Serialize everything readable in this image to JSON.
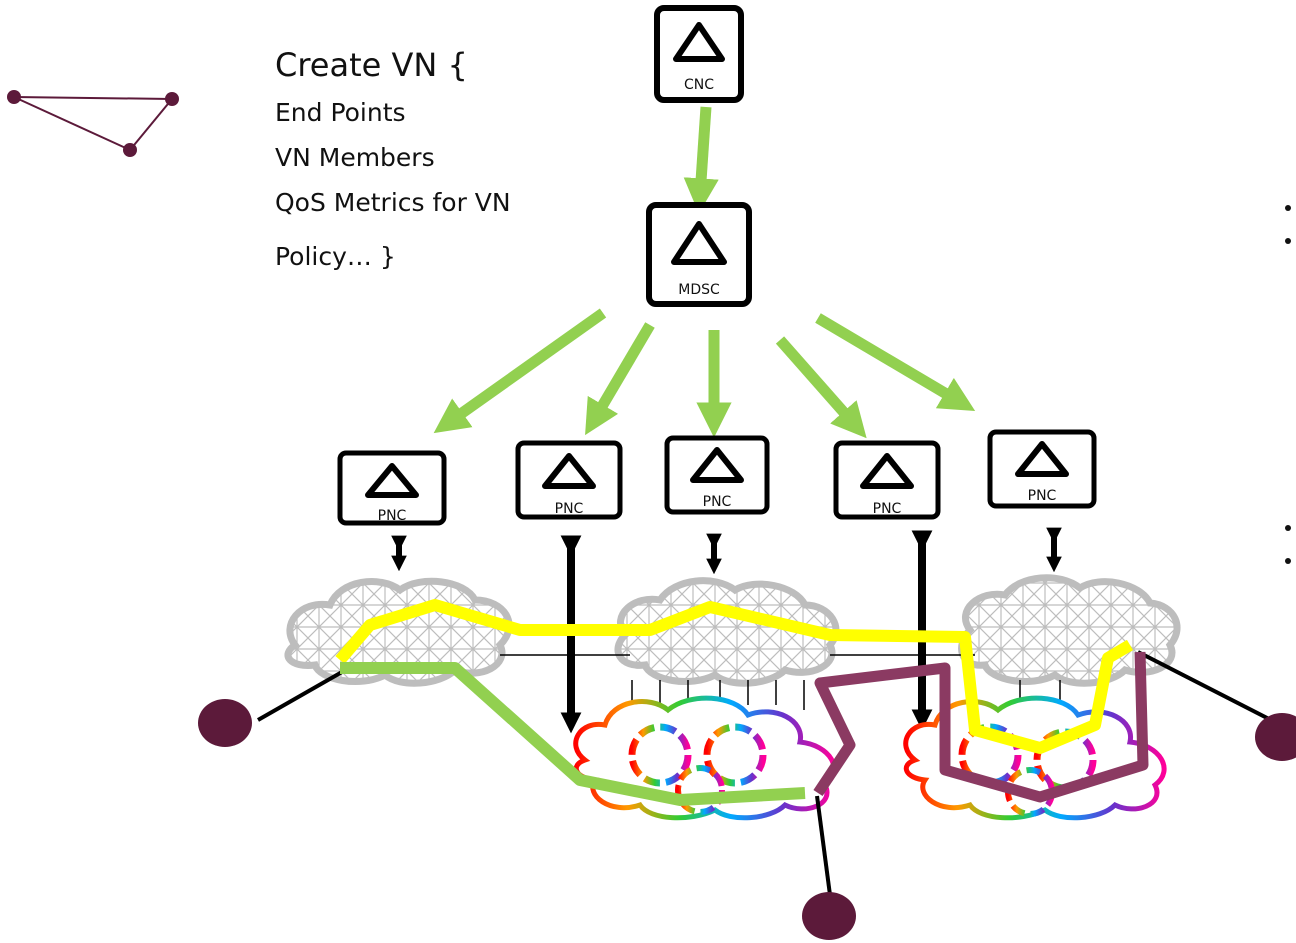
{
  "request": {
    "title": "Create VN {",
    "lines": [
      "End Points",
      "VN Members",
      "QoS Metrics for VN"
    ],
    "last_line": "Policy… }"
  },
  "controllers": {
    "cnc": "CNC",
    "mdsc": "MDSC",
    "pnc": [
      "PNC",
      "PNC",
      "PNC",
      "PNC",
      "PNC"
    ]
  },
  "colors": {
    "arrow_green": "#92d050",
    "path_yellow": "#ffff00",
    "path_purple": "#8b3a62",
    "path_green": "#92d050",
    "endpoint": "#5c1a3a",
    "cloud_gray": "#bdbdbd",
    "box_border": "#000000"
  },
  "icons": [
    "triangle-icon",
    "vn-topology-icon"
  ]
}
